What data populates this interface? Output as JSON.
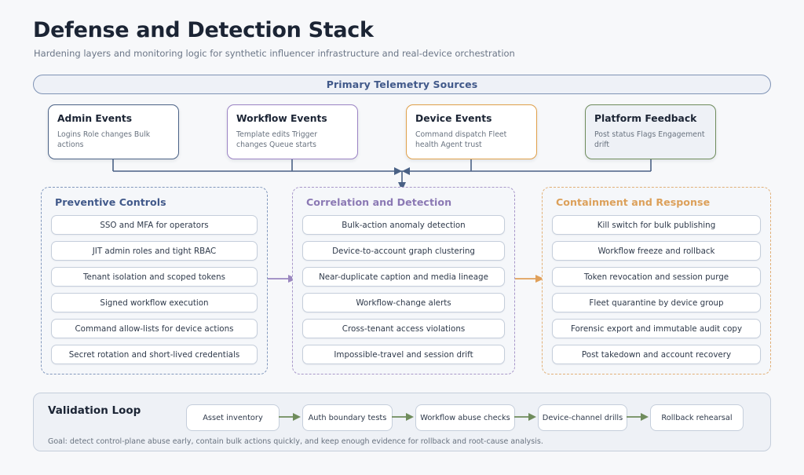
{
  "header": {
    "title": "Defense and Detection Stack",
    "subtitle": "Hardening layers and monitoring logic for synthetic influencer infrastructure and real-device orchestration"
  },
  "telemetry": {
    "banner_label": "Primary Telemetry Sources",
    "sources": [
      {
        "title": "Admin Events",
        "desc": "Logins Role changes Bulk actions",
        "border_color": "#4a6185",
        "fill": "#ffffff"
      },
      {
        "title": "Workflow Events",
        "desc": "Template edits Trigger changes Queue starts",
        "border_color": "#9b83c4",
        "fill": "#ffffff"
      },
      {
        "title": "Device Events",
        "desc": "Command dispatch Fleet health Agent trust",
        "border_color": "#e0a04a",
        "fill": "#ffffff"
      },
      {
        "title": "Platform Feedback",
        "desc": "Post status Flags Engagement drift",
        "border_color": "#6f8c5c",
        "fill": "#eef1f6"
      }
    ]
  },
  "columns": [
    {
      "title": "Preventive Controls",
      "accent": "#41598a",
      "border_color": "#8298bd",
      "items": [
        "SSO and MFA for operators",
        "JIT admin roles and tight RBAC",
        "Tenant isolation and scoped tokens",
        "Signed workflow execution",
        "Command allow-lists for device actions",
        "Secret rotation and short-lived credentials"
      ]
    },
    {
      "title": "Correlation and Detection",
      "accent": "#8b79b4",
      "border_color": "#a897c9",
      "items": [
        "Bulk-action anomaly detection",
        "Device-to-account graph clustering",
        "Near-duplicate caption and media lineage",
        "Workflow-change alerts",
        "Cross-tenant access violations",
        "Impossible-travel and session drift"
      ]
    },
    {
      "title": "Containment and Response",
      "accent": "#dca05a",
      "border_color": "#e2b077",
      "items": [
        "Kill switch for bulk publishing",
        "Workflow freeze and rollback",
        "Token revocation and session purge",
        "Fleet quarantine by device group",
        "Forensic export and immutable audit copy",
        "Post takedown and account recovery"
      ]
    }
  ],
  "flow_arrows": {
    "bus_color": "#4a6185",
    "prevent_to_detect_color": "#9b88c0",
    "detect_to_contain_color": "#e0a05a",
    "validation_arrow_color": "#6f8c5c"
  },
  "validation": {
    "title": "Validation Loop",
    "steps": [
      "Asset inventory",
      "Auth boundary tests",
      "Workflow abuse checks",
      "Device-channel drills",
      "Rollback rehearsal"
    ],
    "note": "Goal: detect control-plane abuse early, contain bulk actions quickly, and keep enough evidence for rollback and root-cause analysis."
  }
}
